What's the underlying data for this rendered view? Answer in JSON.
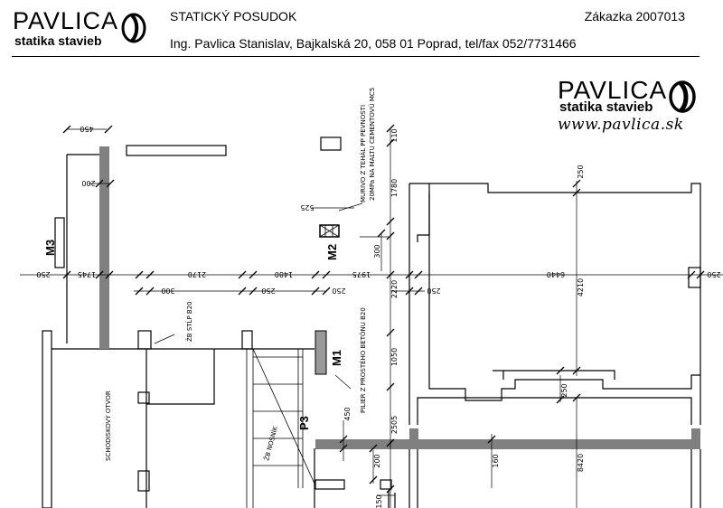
{
  "header": {
    "logo_word": "PAVLICA",
    "logo_sub": "statika stavieb",
    "doc_title": "STATICKÝ POSUDOK",
    "order": "Zákazka 2007013",
    "address": "Ing. Pavlica Stanislav, Bajkalská 20, 058 01 Poprad, tel/fax 052/7731466"
  },
  "brand": {
    "word": "PAVLICA",
    "sub": "statika stavieb",
    "url": "www.pavlica.sk"
  },
  "plan": {
    "marks": {
      "m1": "M1",
      "m2": "M2",
      "m3": "M3",
      "p3": "P3"
    },
    "labels": {
      "masonry": "MURIVO Z TEHÁL PP PEVNOSTI",
      "masonry2": "20MPa NA MALTU CEMENTOVÚ MC5",
      "column": "ŽB STĹP B20",
      "pier": "PILIER Z PROSTÉHO BETÓNU B20",
      "stair_opening": "SCHODISKOVÝ OTVOR",
      "beam": "ŽB NOSNÍK"
    },
    "dims": {
      "top_450": "450",
      "d200": "200",
      "d525": "525",
      "d110": "110",
      "d1780": "1780",
      "d300": "300",
      "d250": "250",
      "d1745": "1745",
      "d2170": "2170",
      "d1480": "1480",
      "d1975": "1975",
      "d2220": "2220",
      "d6440": "6440",
      "d4210": "4210",
      "d1050": "1050",
      "d2505": "2505",
      "d160": "160",
      "d8420": "8420",
      "d150": "150"
    }
  }
}
